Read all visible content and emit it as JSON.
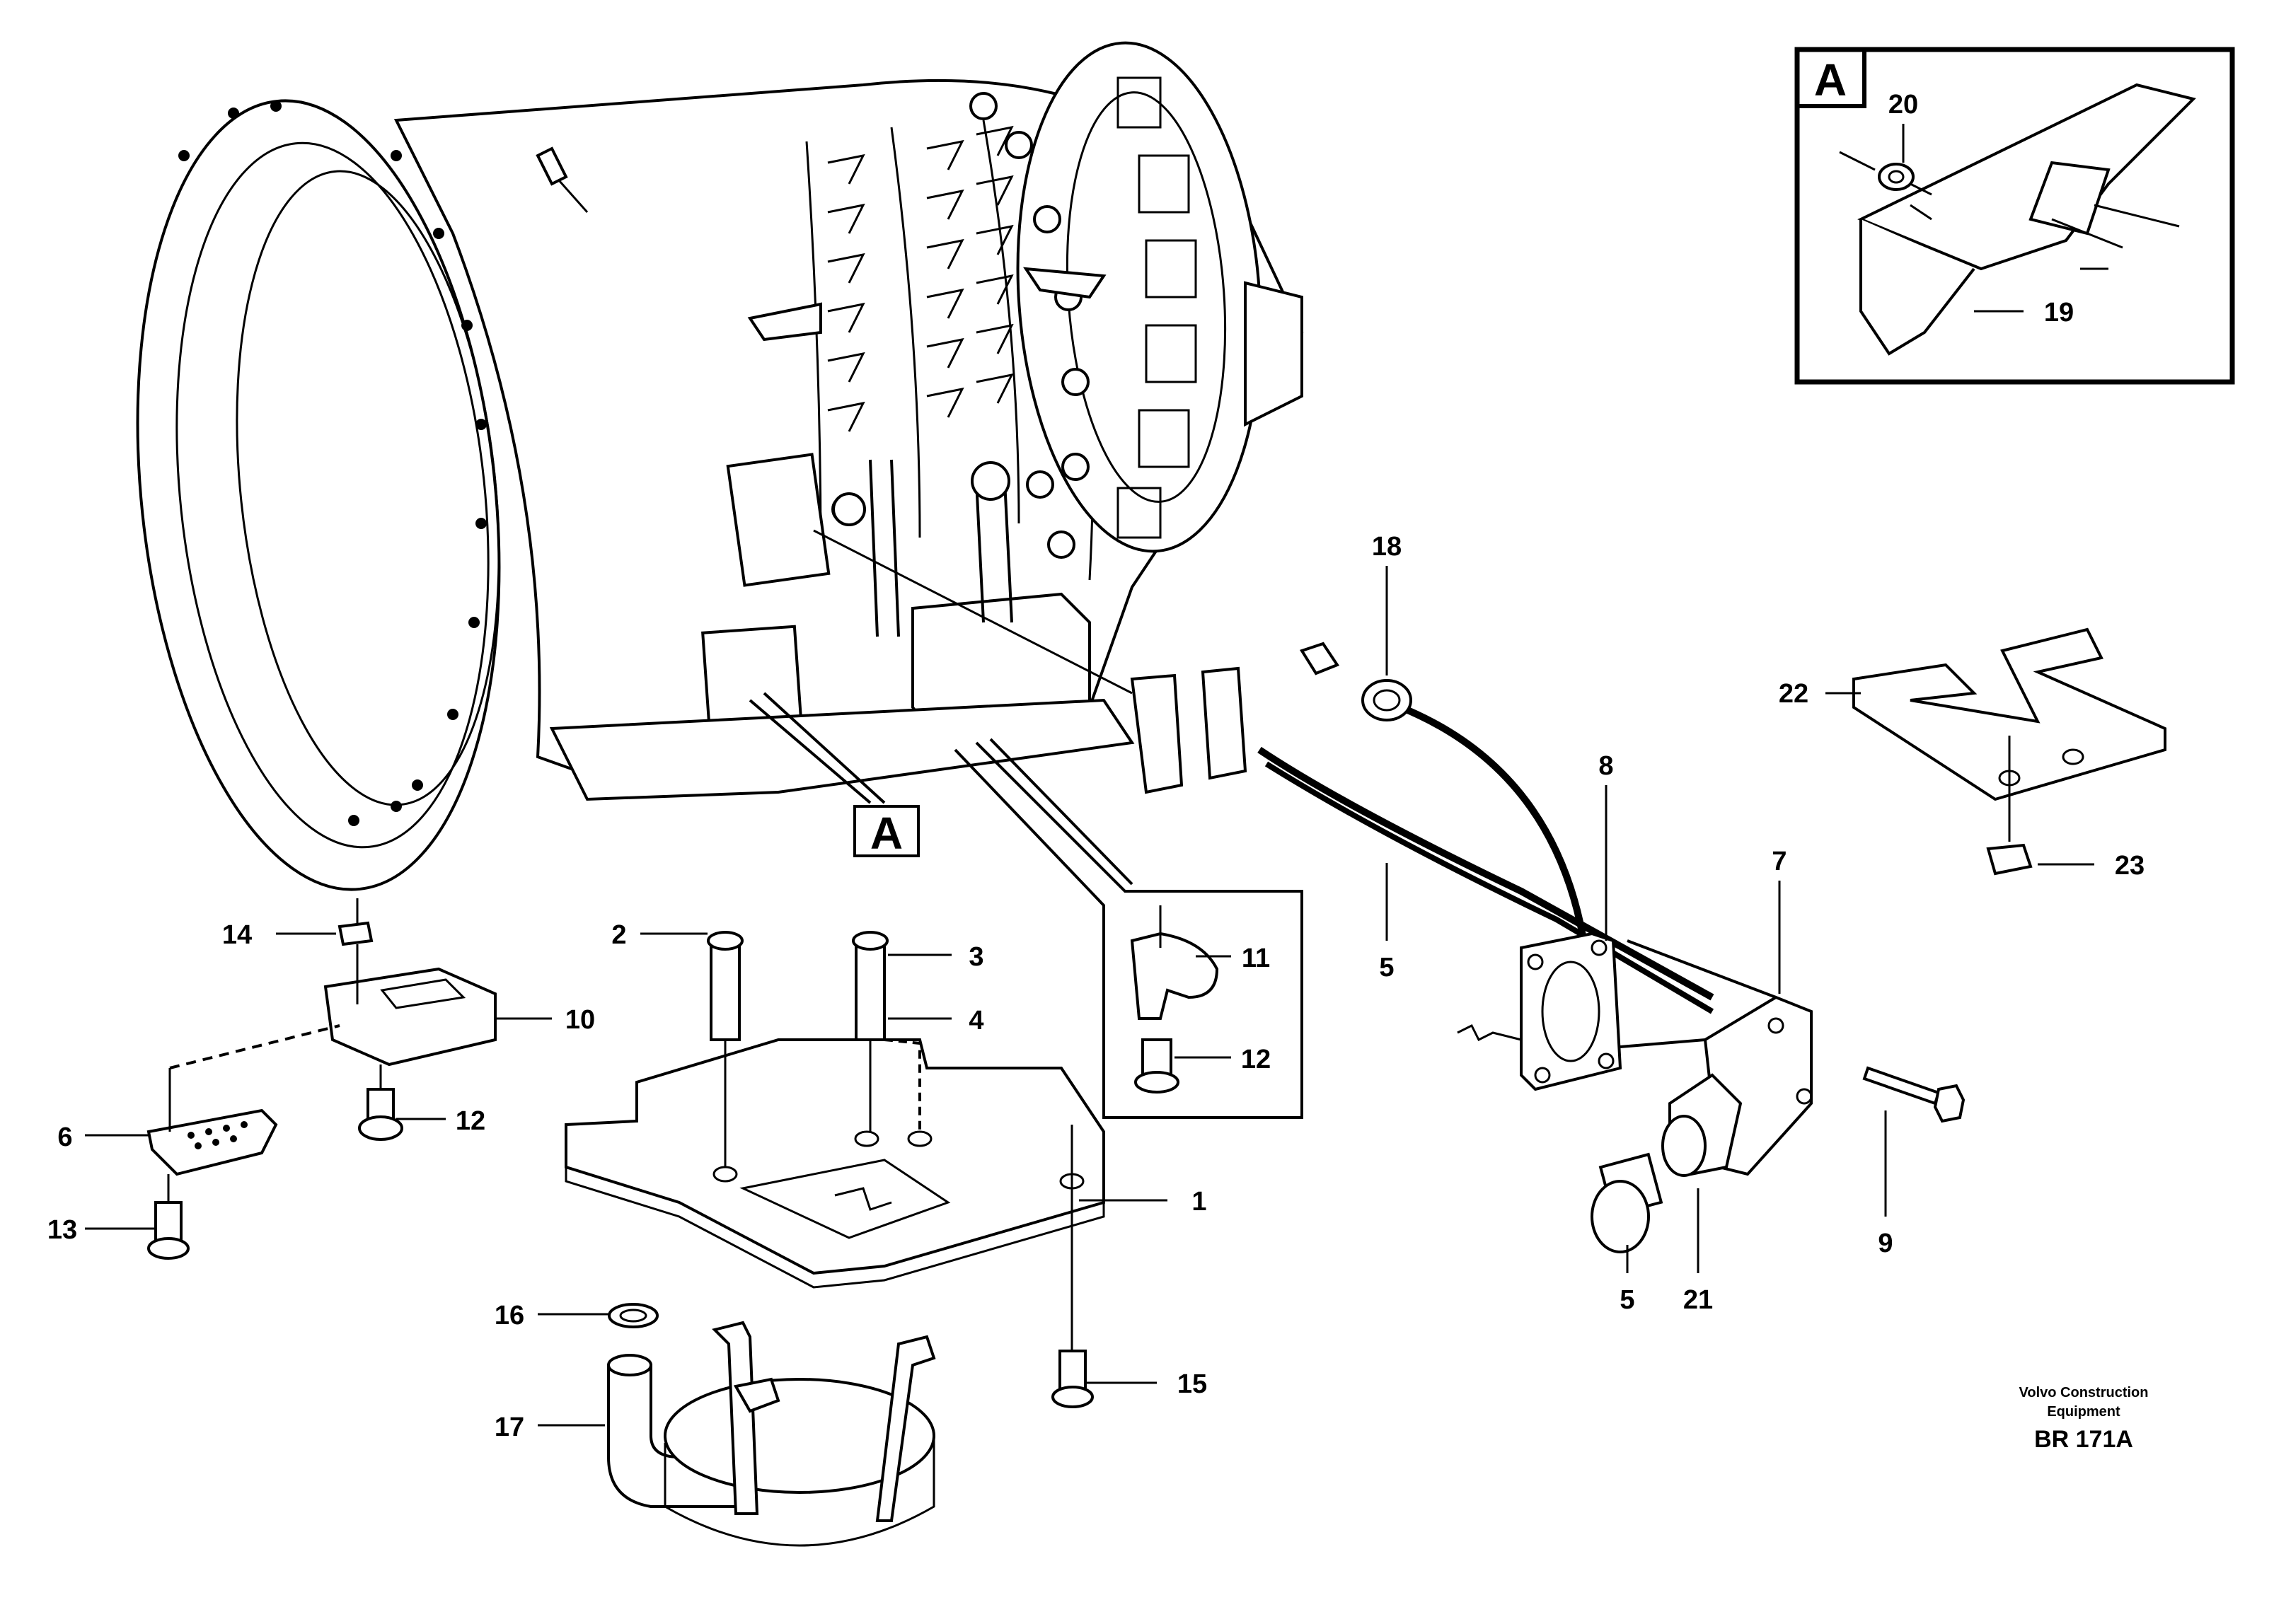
{
  "detail_view": {
    "letter": "A",
    "labels": [
      "20",
      "19"
    ]
  },
  "callout_box_letter": "A",
  "labels": {
    "p1": "1",
    "p2": "2",
    "p3": "3",
    "p4": "4",
    "p5a": "5",
    "p5b": "5",
    "p6": "6",
    "p7": "7",
    "p8": "8",
    "p9": "9",
    "p10": "10",
    "p11": "11",
    "p12a": "12",
    "p12b": "12",
    "p13": "13",
    "p14": "14",
    "p15": "15",
    "p16": "16",
    "p17": "17",
    "p18": "18",
    "p19": "19",
    "p20": "20",
    "p21": "21",
    "p22": "22",
    "p23": "23"
  },
  "credit": {
    "line1": "Volvo Construction",
    "line2": "Equipment",
    "code": "BR 171A"
  }
}
